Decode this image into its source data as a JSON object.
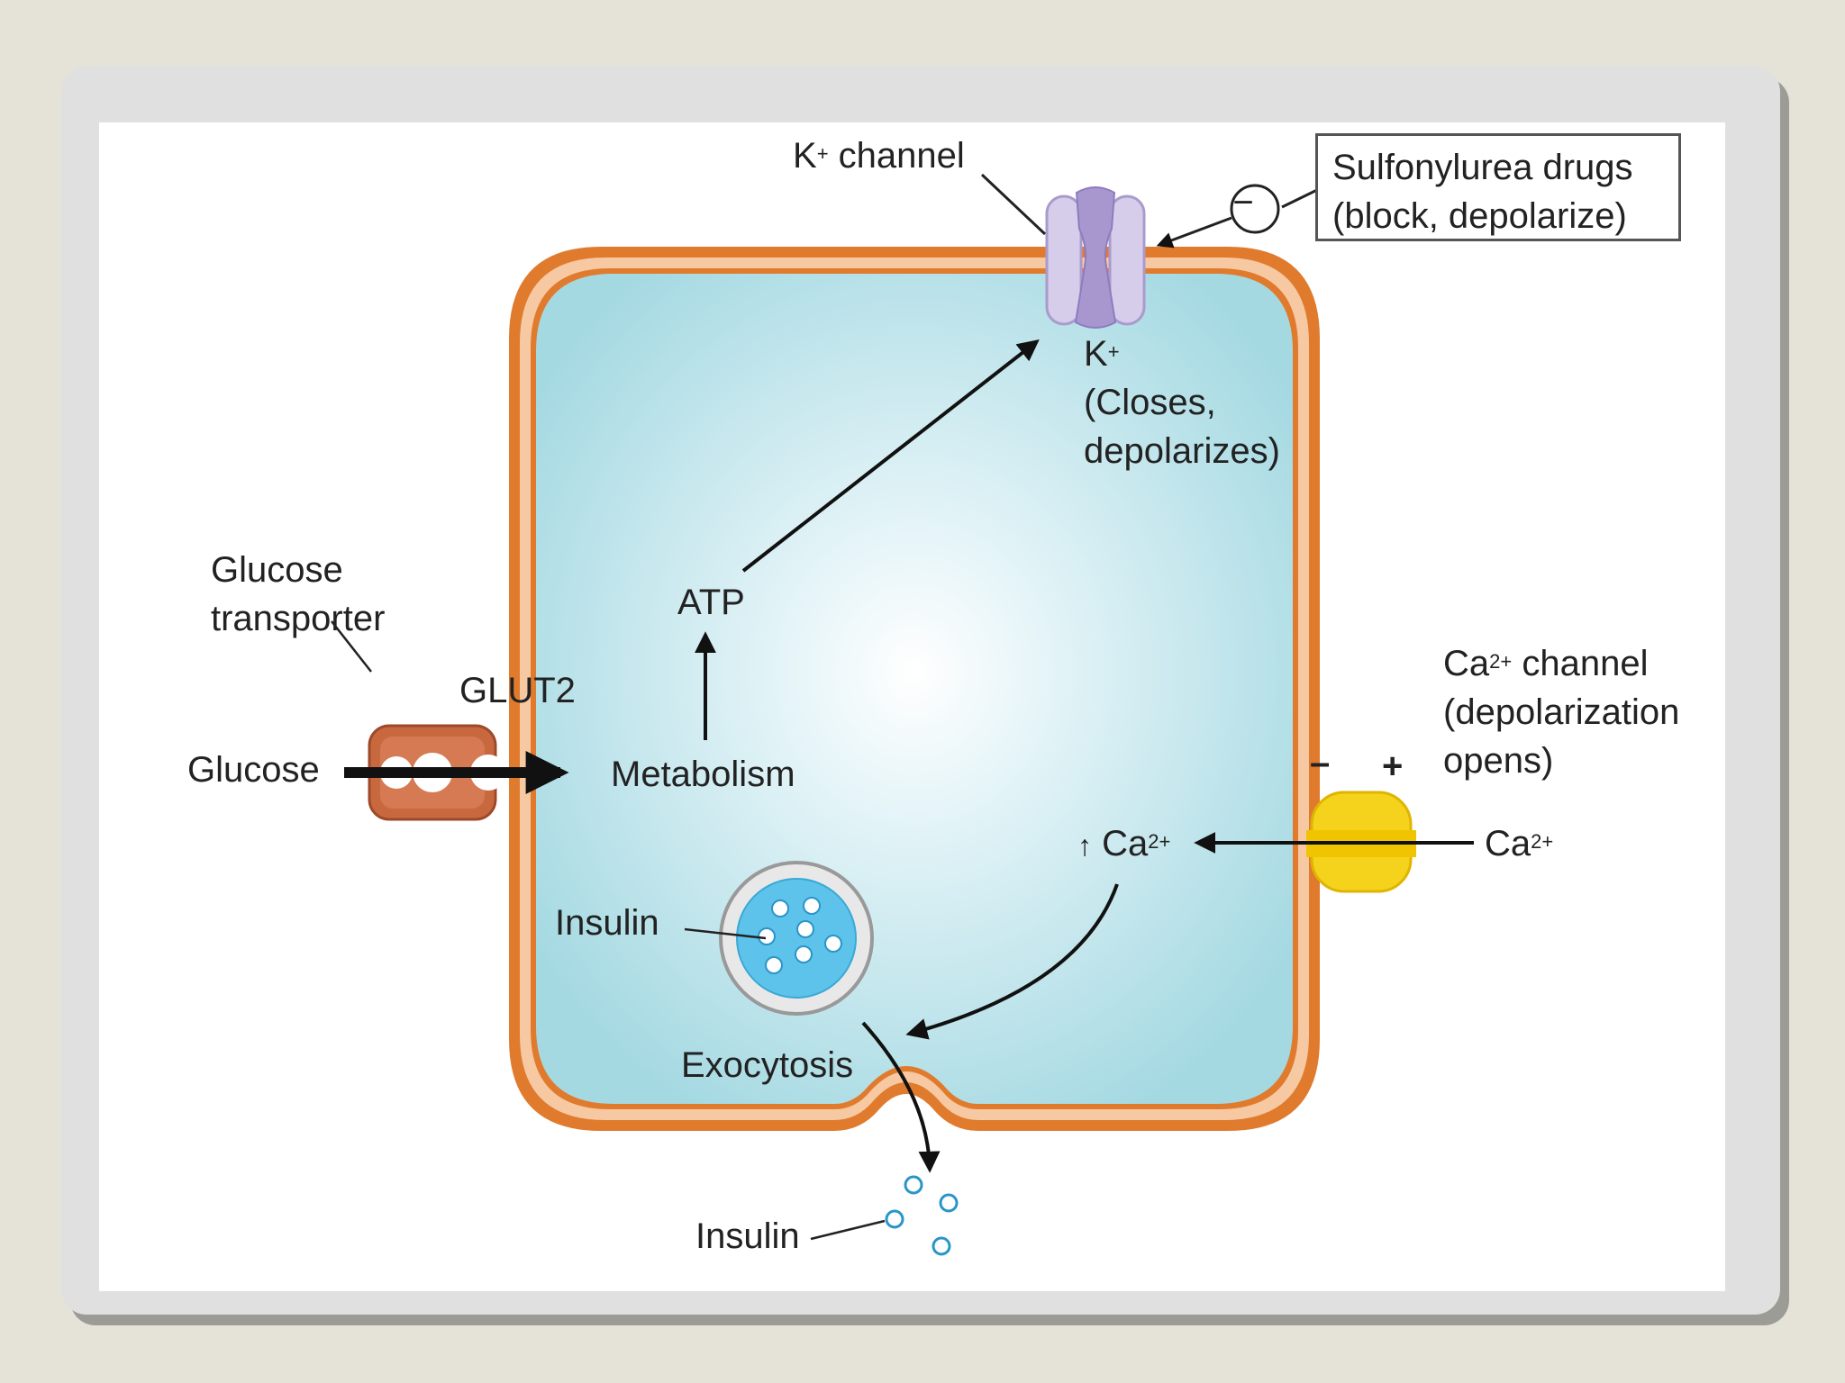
{
  "labels": {
    "k_channel": "K",
    "k_channel_sup": "+",
    "k_channel_suffix": " channel",
    "sulfonylurea_line1": "Sulfonylurea drugs",
    "sulfonylurea_line2": "(block, depolarize)",
    "inhibit_symbol": "−",
    "k_ion": "K",
    "k_ion_sup": "+",
    "closes": "(Closes,",
    "depolarizes": "depolarizes)",
    "glucose_transporter_1": "Glucose",
    "glucose_transporter_2": "transporter",
    "glut2": "GLUT2",
    "glucose": "Glucose",
    "metabolism": "Metabolism",
    "atp": "ATP",
    "ca_channel_prefix": "Ca",
    "ca_channel_sup": "2+",
    "ca_channel_suffix": " channel",
    "ca_channel_2": "(depolarization",
    "ca_channel_3": "opens)",
    "minus": "–",
    "plus": "+",
    "ca_in_arrow": "↑",
    "ca_in": "Ca",
    "ca_in_sup": "2+",
    "ca_out": "Ca",
    "ca_out_sup": "2+",
    "insulin_vesicle": "Insulin",
    "exocytosis": "Exocytosis",
    "insulin_released": "Insulin"
  },
  "colors": {
    "membrane_outer": "#e07b2e",
    "membrane_inner": "#f7c9a2",
    "cytoplasm": "#a9dbe3",
    "k_channel": "#c9bde0",
    "ca_channel": "#f5d31c",
    "glut2": "#c8683f",
    "vesicle": "#5ec3ea"
  }
}
